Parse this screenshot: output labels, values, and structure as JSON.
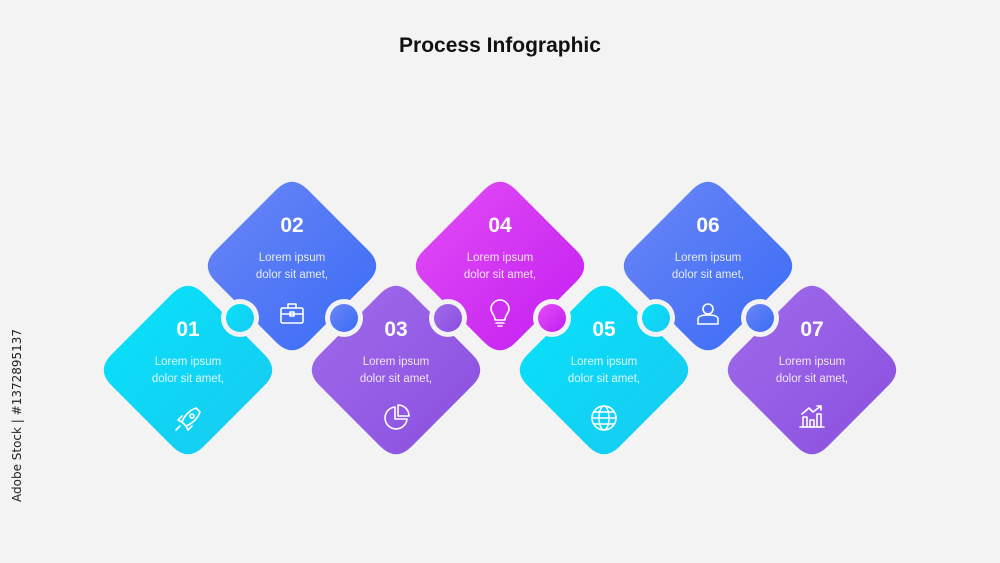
{
  "title": "Process Infographic",
  "stock_id": "Adobe Stock | #1372895137",
  "colors": {
    "cyan": [
      "#19c9f0",
      "#06e3fb"
    ],
    "blue": [
      "#3a6bf5",
      "#6a86f7"
    ],
    "purple": [
      "#8a4fe0",
      "#a06bea"
    ],
    "magenta": [
      "#c21ef0",
      "#e34df6"
    ],
    "background": "#f3f3f3"
  },
  "steps": [
    {
      "number": "01",
      "line1": "Lorem ipsum",
      "line2": "dolor sit amet,",
      "icon": "rocket-icon",
      "color": "cyan",
      "row": "bottom"
    },
    {
      "number": "02",
      "line1": "Lorem ipsum",
      "line2": "dolor sit amet,",
      "icon": "briefcase-icon",
      "color": "blue",
      "row": "top"
    },
    {
      "number": "03",
      "line1": "Lorem ipsum",
      "line2": "dolor sit amet,",
      "icon": "pie-chart-icon",
      "color": "purple",
      "row": "bottom"
    },
    {
      "number": "04",
      "line1": "Lorem ipsum",
      "line2": "dolor sit amet,",
      "icon": "lightbulb-icon",
      "color": "magenta",
      "row": "top"
    },
    {
      "number": "05",
      "line1": "Lorem ipsum",
      "line2": "dolor sit amet,",
      "icon": "globe-icon",
      "color": "cyan",
      "row": "bottom"
    },
    {
      "number": "06",
      "line1": "Lorem ipsum",
      "line2": "dolor sit amet,",
      "icon": "user-icon",
      "color": "blue",
      "row": "top"
    },
    {
      "number": "07",
      "line1": "Lorem ipsum",
      "line2": "dolor sit amet,",
      "icon": "bar-chart-icon",
      "color": "purple",
      "row": "bottom"
    }
  ],
  "connector_colors": [
    "cyan",
    "blue",
    "purple",
    "magenta",
    "cyan",
    "blue"
  ]
}
